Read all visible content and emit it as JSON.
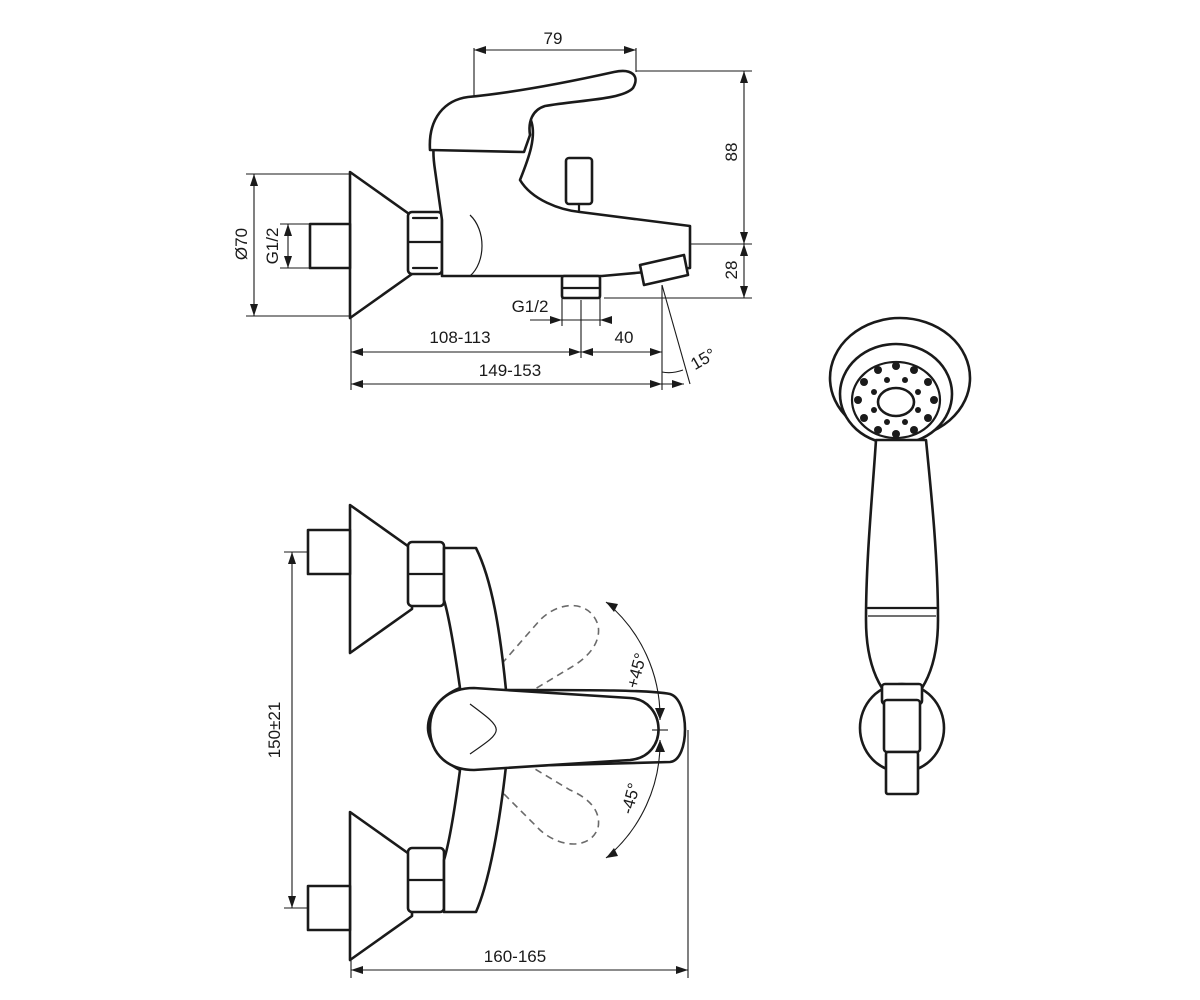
{
  "dimensions": {
    "lever_reach": "79",
    "height_top": "88",
    "spout_height": "28",
    "diameter": "Ø70",
    "thread_inlet": "G1/2",
    "thread_outlet": "G1/2",
    "outlet_offset": "108-113",
    "spout_gap": "40",
    "total_depth": "149-153",
    "spout_angle": "15°",
    "centers": "150±21",
    "width": "160-165",
    "rotation_plus": "+45°",
    "rotation_minus": "-45°"
  },
  "colors": {
    "line": "#1a1a1a",
    "dashed": "#6a6a6a",
    "background": "#ffffff"
  }
}
